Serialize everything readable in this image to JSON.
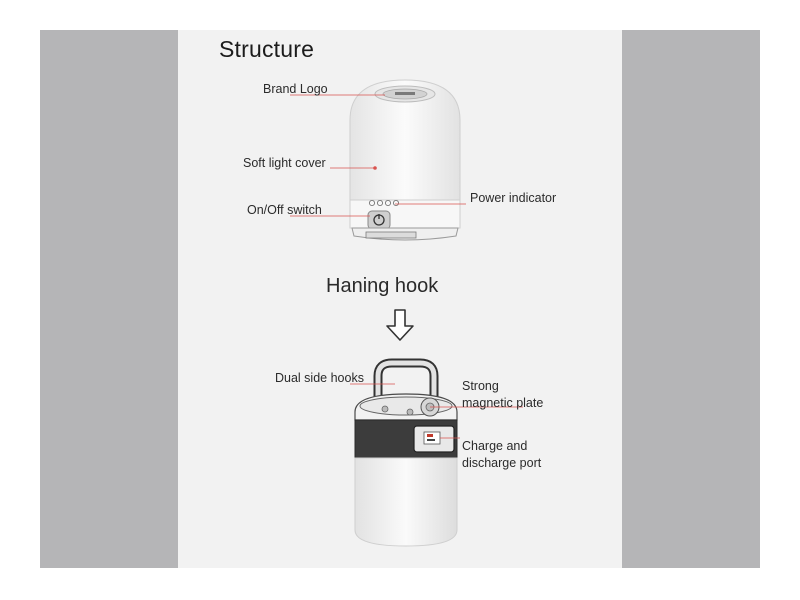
{
  "title": "Structure",
  "section_heading": "Haning hook",
  "callouts": {
    "brand_logo": "Brand Logo",
    "soft_light_cover": "Soft light cover",
    "power_indicator": "Power indicator",
    "on_off_switch": "On/Off switch",
    "dual_side_hooks": "Dual side hooks",
    "magnetic_line1": "Strong",
    "magnetic_line2": "magnetic plate",
    "charge_line1": "Charge and",
    "charge_line2": "discharge port"
  },
  "colors": {
    "leader_line": "#d9534f",
    "frame": "#b5b5b7",
    "panel": "#f2f2f2"
  },
  "icons": [
    "power-button-icon",
    "down-arrow-icon"
  ]
}
